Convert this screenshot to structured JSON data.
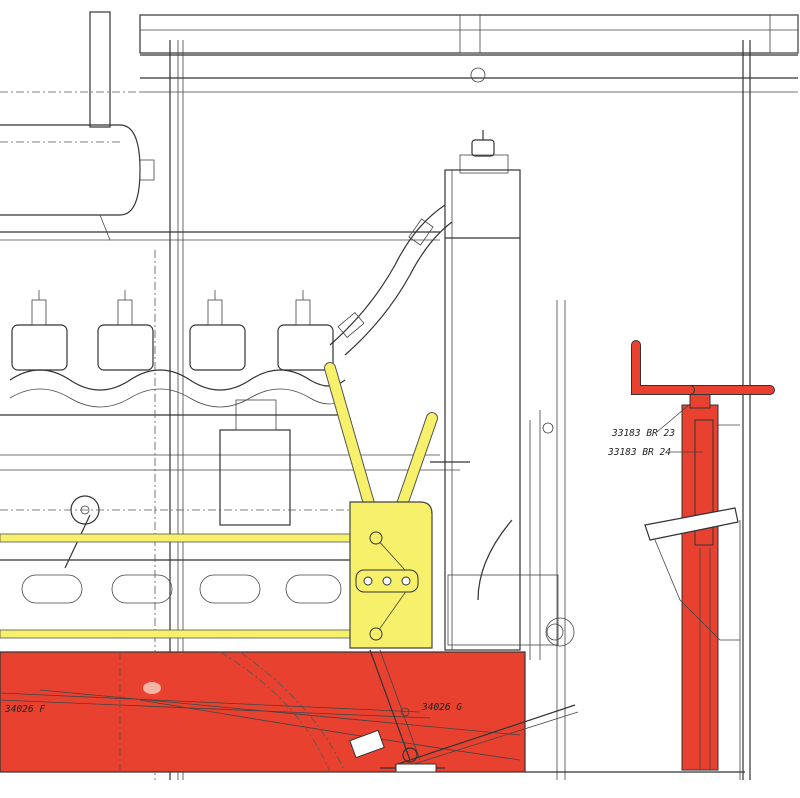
{
  "labels": {
    "column_top": "33183  BR 23",
    "column_bottom": "33183  BR 24",
    "frame_left": "34026  F",
    "frame_right": "34026  G"
  },
  "colors": {
    "paper": "#ffffff",
    "line": "#333333",
    "red_part": "#e8412f",
    "yellow_part": "#f7f06a"
  }
}
